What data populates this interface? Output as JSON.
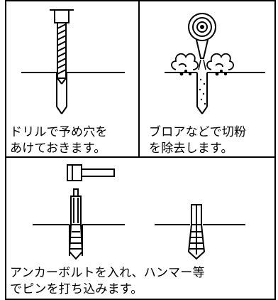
{
  "steps": [
    {
      "line1": "ドリルで予め穴を",
      "line2": "あけておきます。",
      "illustration": "drill-bit-icon"
    },
    {
      "line1": "ブロアなどで切粉",
      "line2": "を除去します。",
      "illustration": "blower-icon"
    },
    {
      "line1": "アンカーボルトを入れ、ハンマー等",
      "line2": "でピンを打ち込みます。",
      "illustration": "hammer-anchor-icon"
    }
  ]
}
